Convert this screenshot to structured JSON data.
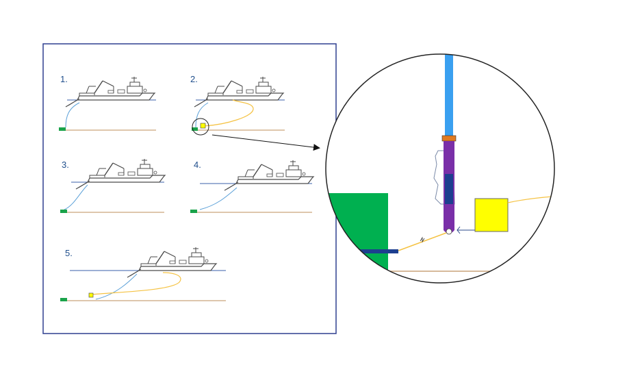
{
  "steps": [
    {
      "label": "1."
    },
    {
      "label": "2."
    },
    {
      "label": "3."
    },
    {
      "label": "4."
    },
    {
      "label": "5."
    }
  ],
  "colors": {
    "frame": "#2e3f8f",
    "water": "#3a5fa8",
    "seabed": "#c9a37a",
    "anchor_block": "#1aa34a",
    "float": "#ffff00",
    "float_line": "#f5c242",
    "cable": "#5aa0d8",
    "detail_pipe": "#3aa0f0",
    "detail_connector": "#7a2fa8",
    "detail_ring": "#e07a20",
    "detail_bar": "#1d3f8f",
    "ship": "#4a4a4a"
  },
  "icons": {
    "vessel": "vessel-icon",
    "magnifier": "detail-circle",
    "arrow": "pointer-arrow"
  }
}
